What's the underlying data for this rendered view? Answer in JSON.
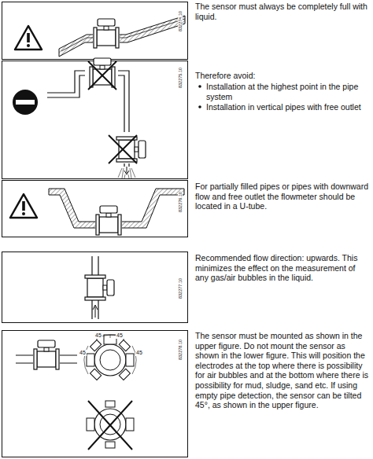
{
  "diagram": {
    "labels": [
      "The sensor must always be completely full with liquid.",
      "Therefore avoid:",
      "Installation at the highest point in the pipe system",
      "Installation in vertical pipes with free outlet",
      "For partially filled pipes or pipes with downward flow and free outlet the flowmeter should be located in a U-tube.",
      "Recommended flow direction: upwards. This minimizes the effect on the measurement of any gas/air bubbles in the liquid.",
      "The sensor must be mounted as shown in the upper figure. Do not mount the sensor as shown in the lower figure. This will position the electrodes at the top where there is possibility for air bubbles and at the bottom where there is possibility for mud, sludge, sand etc. If using empty pipe detection, the sensor can be tilted 45°, as shown in the upper figure.",
      "832274.10",
      "832275.10",
      "832276.10",
      "832277.10",
      "832278.10",
      "45",
      "45",
      "45",
      "45"
    ]
  }
}
